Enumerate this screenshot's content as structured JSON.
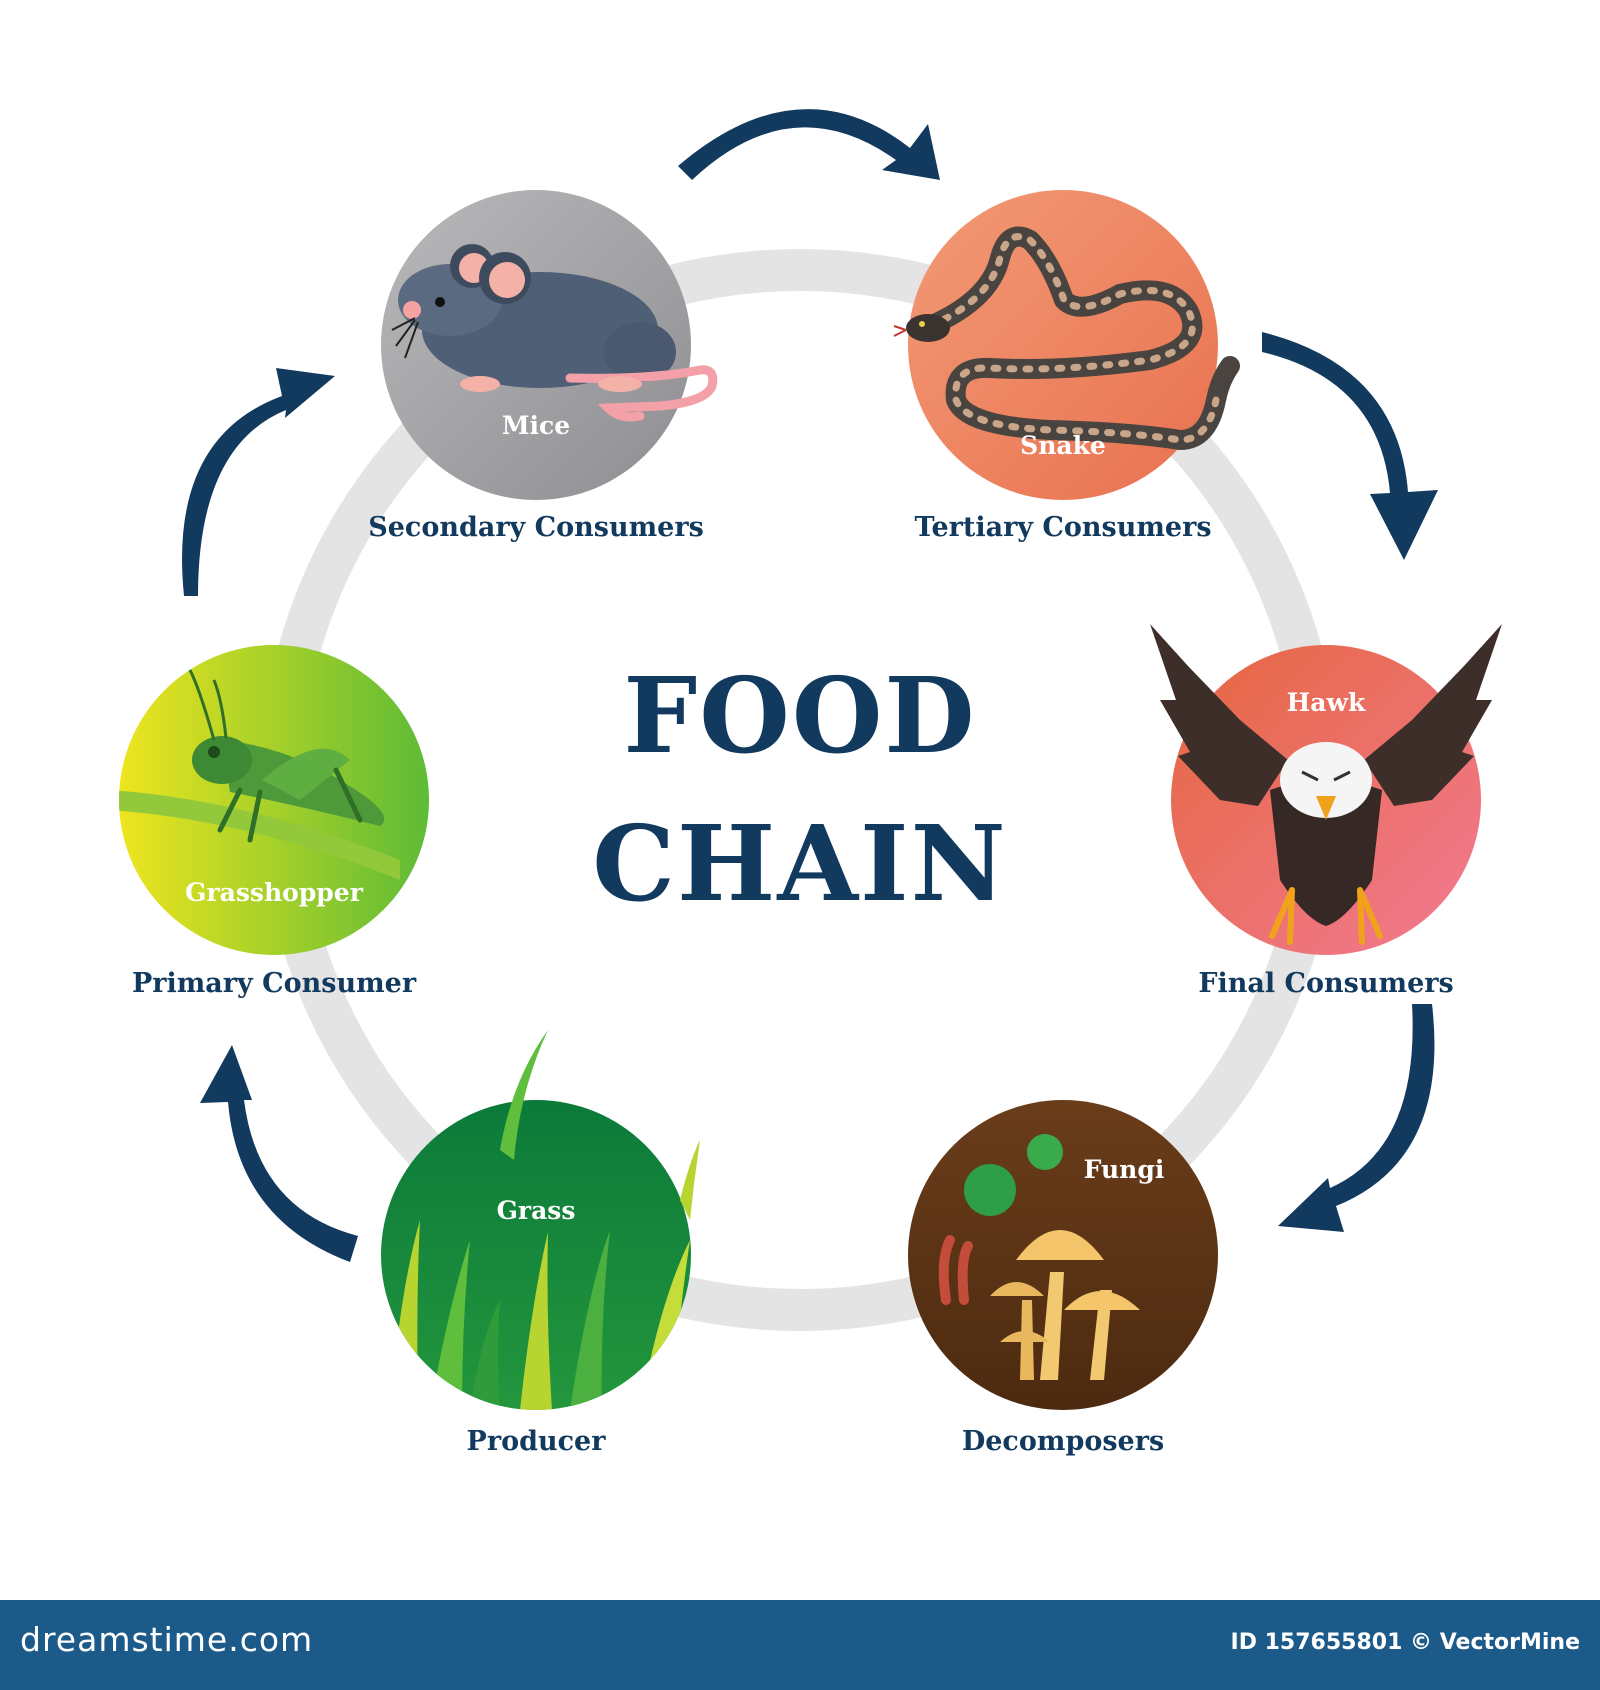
{
  "title_lines": [
    "FOOD",
    "CHAIN"
  ],
  "stages": [
    {
      "organism": "Grass",
      "role": "Producer"
    },
    {
      "organism": "Grasshopper",
      "role": "Primary Consumer"
    },
    {
      "organism": "Mice",
      "role": "Secondary Consumers"
    },
    {
      "organism": "Snake",
      "role": "Tertiary Consumers"
    },
    {
      "organism": "Hawk",
      "role": "Final Consumers"
    },
    {
      "organism": "Fungi",
      "role": "Decomposers"
    }
  ],
  "footer": {
    "brand": "dreamstime.com",
    "credit": "ID 157655801 © VectorMine"
  },
  "colors": {
    "title": "#123a5e",
    "arrow": "#123a5e",
    "ring": "#e4e4e4",
    "footer": "#1c5a8a"
  },
  "icons": [
    "grass-icon",
    "grasshopper-icon",
    "mouse-icon",
    "snake-icon",
    "hawk-icon",
    "mushroom-icon"
  ]
}
